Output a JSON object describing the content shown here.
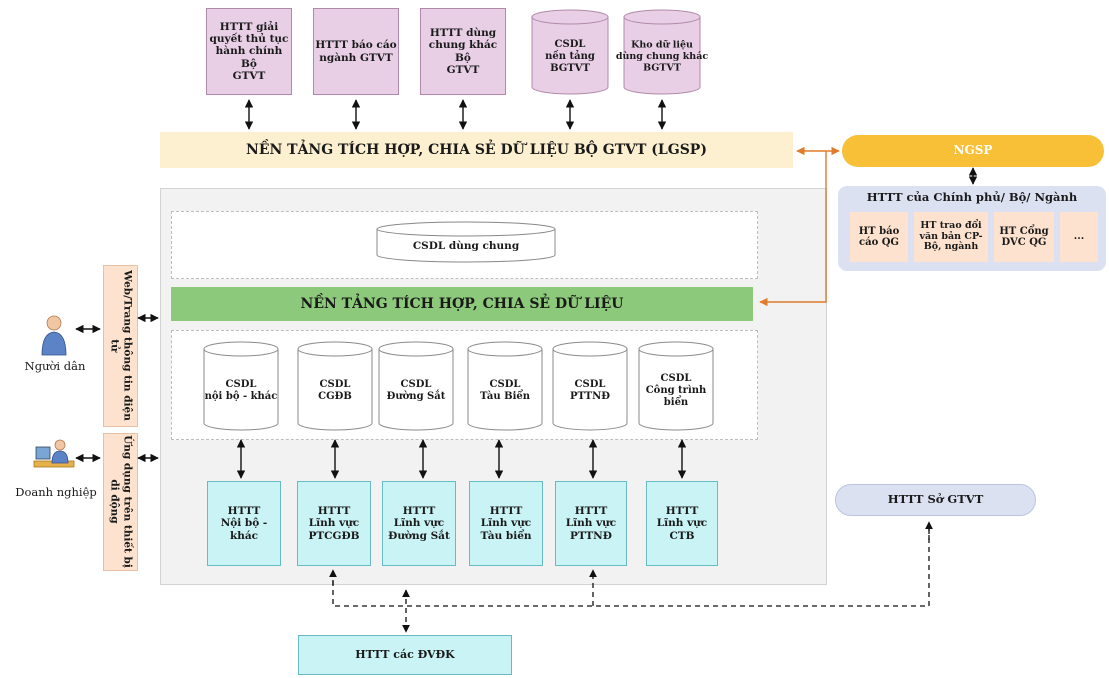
{
  "top_systems": [
    {
      "label": "HTTT giải\nquyết thủ tục\nhành chính Bộ\nGTVT"
    },
    {
      "label": "HTTT báo cáo\nngành GTVT"
    },
    {
      "label": "HTTT dùng\nchung khác Bộ\nGTVT"
    }
  ],
  "top_databases": [
    {
      "label": "CSDL\nnền tảng\nBGTVT"
    },
    {
      "label": "Kho dữ liệu\ndùng chung khác\nBGTVT"
    }
  ],
  "lgsp_bar": "NỀN TẢNG TÍCH HỢP, CHIA SẺ DỮ LIỆU BỘ GTVT (LGSP)",
  "ngsp": "NGSP",
  "gov_panel": {
    "title": "HTTT của Chính phủ/ Bộ/ Ngành",
    "items": [
      "HT báo\ncáo QG",
      "HT trao đổi\nvăn bản CP-\nBộ, ngành",
      "HT Cổng\nDVC QG",
      "..."
    ]
  },
  "shared_db": "CSDL dùng chung",
  "platform_bar": "NỀN TẢNG TÍCH HỢP, CHIA SẺ DỮ LIỆU",
  "databases": [
    {
      "label": "CSDL\nnội bộ - khác"
    },
    {
      "label": "CSDL\nCGĐB"
    },
    {
      "label": "CSDL\nĐường Sắt"
    },
    {
      "label": "CSDL\nTàu Biển"
    },
    {
      "label": "CSDL\nPTTNĐ"
    },
    {
      "label": "CSDL\nCông trình\nbiển"
    }
  ],
  "systems": [
    {
      "label": "HTTT\nNội bộ -\nkhác"
    },
    {
      "label": "HTTT\nLĩnh vực\nPTCGĐB"
    },
    {
      "label": "HTTT\nLĩnh vực\nĐường Sắt"
    },
    {
      "label": "HTTT\nLĩnh vực\nTàu biển"
    },
    {
      "label": "HTTT\nLĩnh vực\nPTTNĐ"
    },
    {
      "label": "HTTT\nLĩnh vực\nCTB"
    }
  ],
  "portal_web": "Web/Trang thông tin điện tử",
  "portal_mobile": "Ứng dụng trên thiết bị\ndi động",
  "actor_citizen": "Người dân",
  "actor_business": "Doanh nghiệp",
  "dept_system": "HTTT Sở GTVT",
  "dvdk_system": "HTTT các ĐVĐK",
  "colors": {
    "pink": "#e8cfe6",
    "cyan": "#c9f3f5",
    "peach": "#fde3cf",
    "lgsp": "#fdf0d0",
    "green": "#8cc97a",
    "ngsp": "#f7c037",
    "gov_panel": "#dce1f2",
    "orange_line": "#e07b2a"
  },
  "icons": [
    "person-icon",
    "business-person-icon"
  ]
}
